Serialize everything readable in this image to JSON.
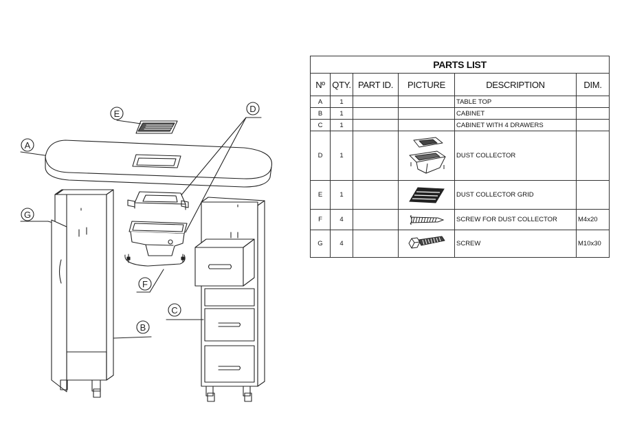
{
  "diagram": {
    "labels": {
      "a": "A",
      "b": "B",
      "c": "C",
      "d": "D",
      "e": "E",
      "f": "F",
      "g": "G"
    }
  },
  "parts_list": {
    "title": "PARTS LIST",
    "headers": {
      "no": "Nº",
      "qty": "QTY.",
      "part_id": "PART ID.",
      "picture": "PICTURE",
      "description": "DESCRIPTION",
      "dim": "DIM."
    },
    "rows": [
      {
        "no": "A",
        "qty": "1",
        "part_id": "",
        "picture": "",
        "description": "TABLE TOP",
        "dim": ""
      },
      {
        "no": "B",
        "qty": "1",
        "part_id": "",
        "picture": "",
        "description": "CABINET",
        "dim": ""
      },
      {
        "no": "C",
        "qty": "1",
        "part_id": "",
        "picture": "",
        "description": "CABINET WITH 4 DRAWERS",
        "dim": ""
      },
      {
        "no": "D",
        "qty": "1",
        "part_id": "",
        "picture": "dust-collector-icon",
        "description": "DUST COLLECTOR",
        "dim": ""
      },
      {
        "no": "E",
        "qty": "1",
        "part_id": "",
        "picture": "grid-icon",
        "description": "DUST COLLECTOR GRID",
        "dim": ""
      },
      {
        "no": "F",
        "qty": "4",
        "part_id": "",
        "picture": "wood-screw-icon",
        "description": "SCREW FOR DUST COLLECTOR",
        "dim": "M4x20"
      },
      {
        "no": "G",
        "qty": "4",
        "part_id": "",
        "picture": "bolt-icon",
        "description": "SCREW",
        "dim": "M10x30"
      }
    ]
  }
}
